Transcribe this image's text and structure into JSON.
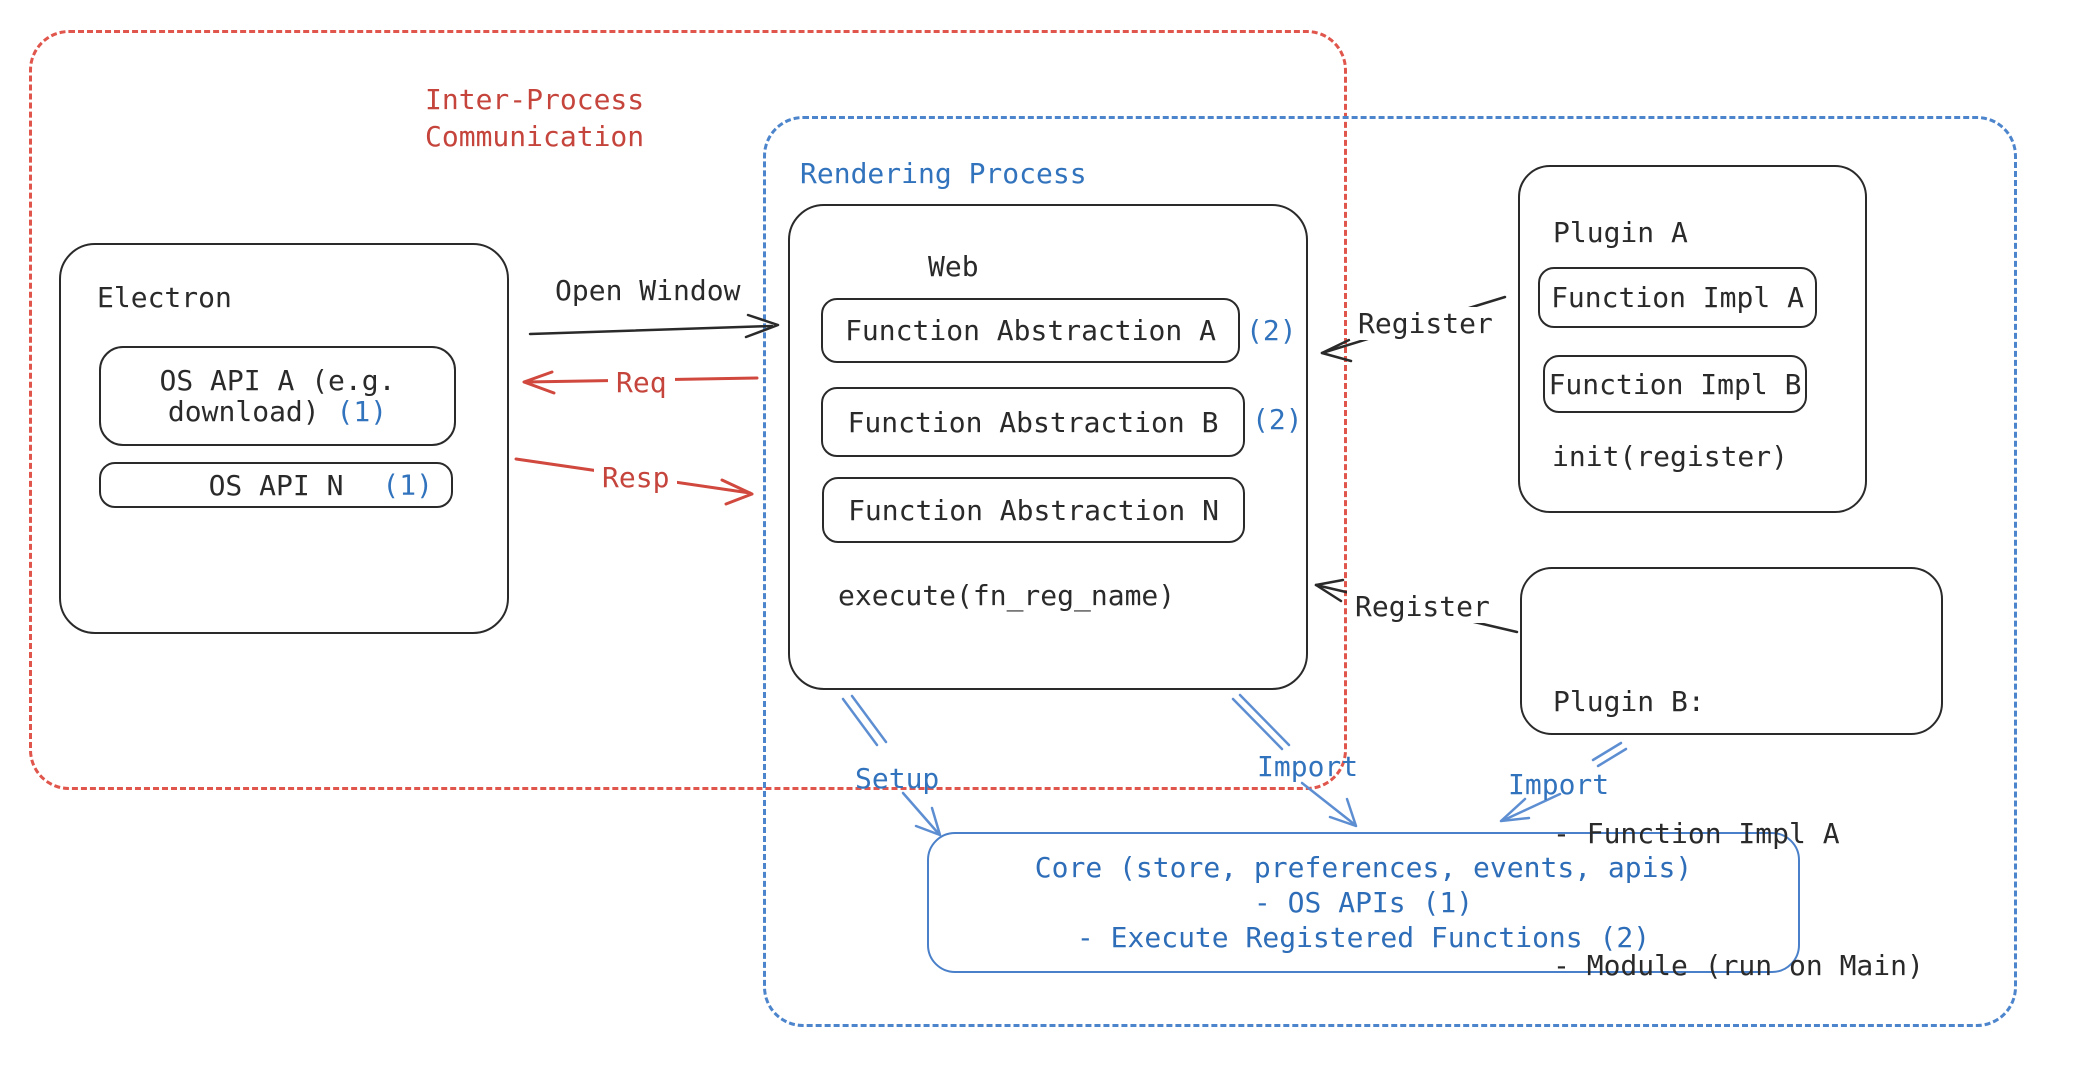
{
  "colors": {
    "ink": "#2a2a2a",
    "red_text": "#c5443c",
    "red_dash": "#e0564c",
    "red_arrow": "#d0483e",
    "blue_text": "#3273bd",
    "blue_dash": "#4d85cc",
    "blue_arrow": "#5d8ed2"
  },
  "regions": {
    "ipc": {
      "label_line1": "Inter-Process",
      "label_line2": "Communication"
    },
    "rendering": {
      "label": "Rendering Process"
    }
  },
  "electron": {
    "title": "Electron",
    "os_api_a_line1": "OS API A (e.g.",
    "os_api_a_line2": "download)",
    "os_api_a_ref": "(1)",
    "os_api_n": "OS API N",
    "os_api_n_ref": "(1)"
  },
  "web": {
    "title": "Web",
    "fn_abstraction_a": "Function Abstraction A",
    "fn_abstraction_a_ref": "(2)",
    "fn_abstraction_b": "Function Abstraction B",
    "fn_abstraction_b_ref": "(2)",
    "fn_abstraction_n": "Function Abstraction N",
    "execute": "execute(fn_reg_name)"
  },
  "plugin_a": {
    "title": "Plugin A",
    "fn_impl_a": "Function Impl A",
    "fn_impl_b": "Function Impl B",
    "init": "init(register)"
  },
  "plugin_b": {
    "title": "Plugin B:",
    "item_1": "- Function Impl A",
    "item_2": "- Module (run on Main)"
  },
  "core": {
    "line1": "Core (store, preferences, events, apis)",
    "line2": "- OS APIs (1)",
    "line3": "- Execute Registered Functions (2)"
  },
  "arrows": {
    "open_window": "Open Window",
    "req": "Req",
    "resp": "Resp",
    "register_plugin_a": "Register",
    "register_plugin_b": "Register",
    "setup": "Setup",
    "import_web": "Import",
    "import_plugin_b": "Import"
  }
}
